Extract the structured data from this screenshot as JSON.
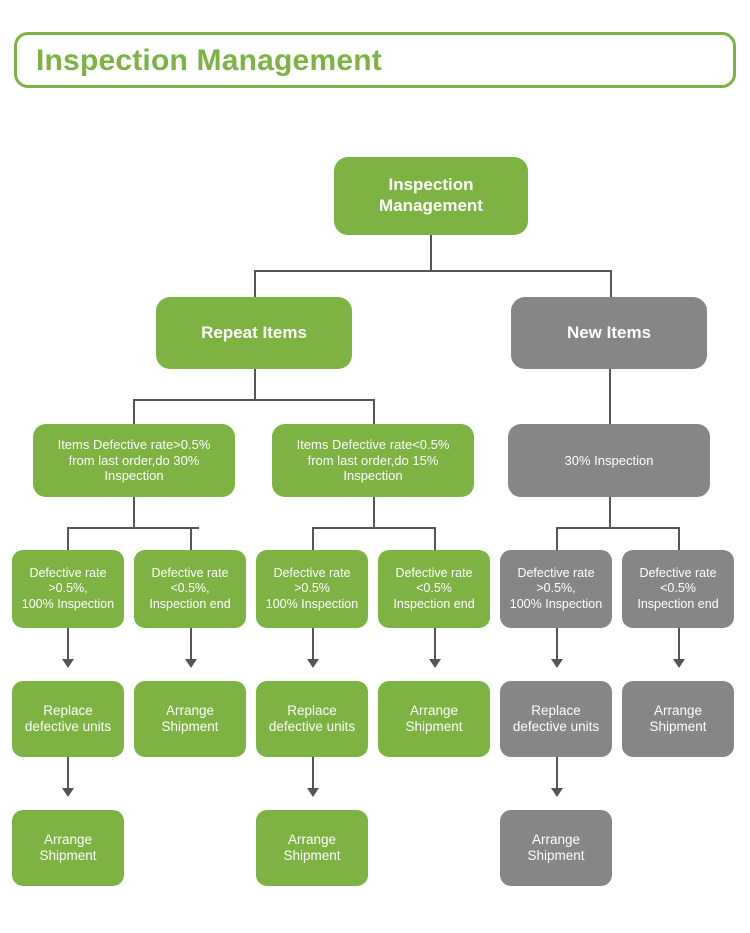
{
  "header": {
    "title": "Inspection Management"
  },
  "colors": {
    "green": "#7cb342",
    "gray": "#868686",
    "connector": "#555555",
    "text_on_node": "#ffffff",
    "header_text": "#7cb342",
    "background": "#ffffff"
  },
  "diagram": {
    "type": "flowchart",
    "root": {
      "label": "Inspection\nManagement",
      "color": "green"
    },
    "level2": [
      {
        "label": "Repeat Items",
        "color": "green"
      },
      {
        "label": "New Items",
        "color": "gray"
      }
    ],
    "level3": [
      {
        "label": "Items Defective rate>0.5%\nfrom last order,do 30%\nInspection",
        "color": "green"
      },
      {
        "label": "Items Defective rate<0.5%\nfrom last order,do 15%\nInspection",
        "color": "green"
      },
      {
        "label": "30% Inspection",
        "color": "gray"
      }
    ],
    "level4": [
      {
        "label": "Defective rate\n>0.5%,\n100% Inspection",
        "color": "green"
      },
      {
        "label": "Defective rate\n<0.5%,\nInspection end",
        "color": "green"
      },
      {
        "label": "Defective rate\n>0.5%\n100% Inspection",
        "color": "green"
      },
      {
        "label": "Defective rate\n<0.5%\nInspection end",
        "color": "green"
      },
      {
        "label": "Defective rate\n>0.5%,\n100% Inspection",
        "color": "gray"
      },
      {
        "label": "Defective rate\n<0.5%\nInspection end",
        "color": "gray"
      }
    ],
    "level5": [
      {
        "label": "Replace\ndefective units",
        "color": "green"
      },
      {
        "label": "Arrange\nShipment",
        "color": "green"
      },
      {
        "label": "Replace\ndefective units",
        "color": "green"
      },
      {
        "label": "Arrange\nShipment",
        "color": "green"
      },
      {
        "label": "Replace\ndefective units",
        "color": "gray"
      },
      {
        "label": "Arrange\nShipment",
        "color": "gray"
      }
    ],
    "level6": [
      {
        "label": "Arrange\nShipment",
        "color": "green"
      },
      {
        "label": "Arrange\nShipment",
        "color": "green"
      },
      {
        "label": "Arrange\nShipment",
        "color": "gray"
      }
    ]
  }
}
